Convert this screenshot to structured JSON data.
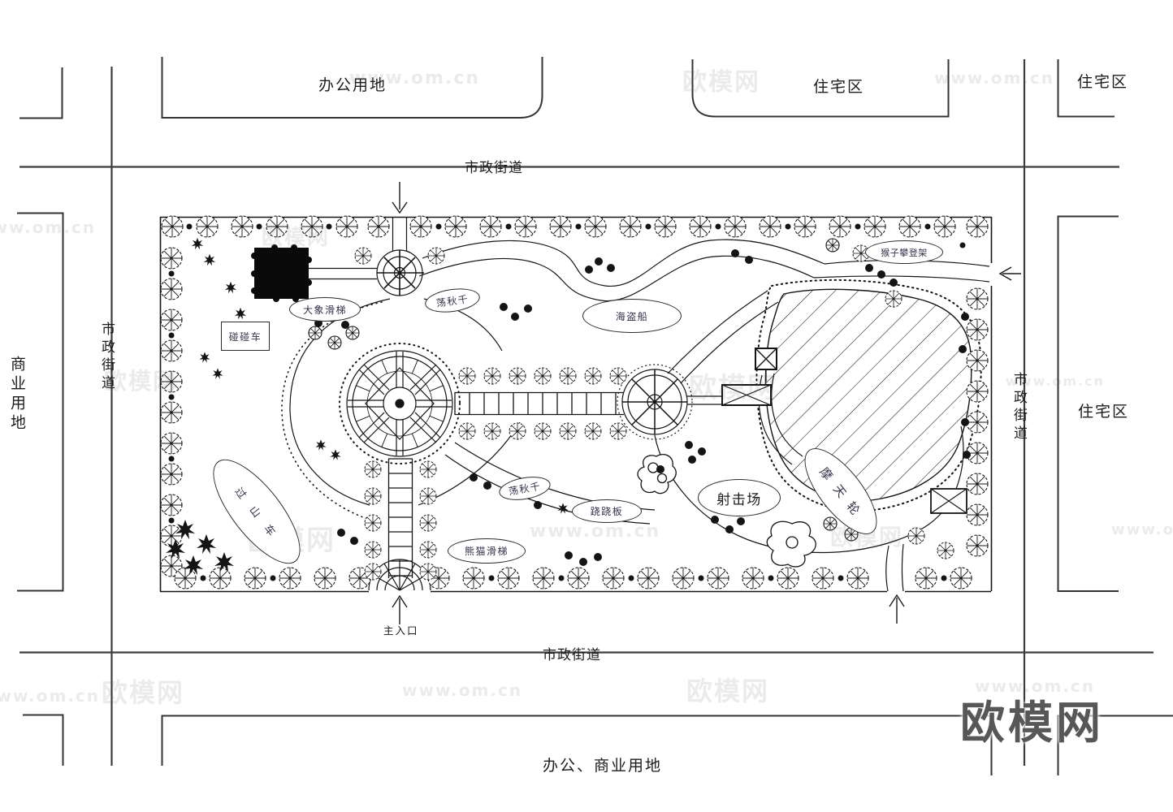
{
  "blocks": {
    "office_top": "办公用地",
    "residential_top": "住宅区",
    "residential_top_right": "住宅区",
    "commercial_left": "商业用地",
    "residential_right": "住宅区",
    "office_commercial_bottom": "办公、商业用地"
  },
  "streets": {
    "top": "市政街道",
    "left": "市政街道",
    "right": "市政街道",
    "bottom": "市政街道"
  },
  "park": {
    "entrance_label": "主入口",
    "attractions": {
      "bumper_cars": "碰碰车",
      "elephant_slide": "大象滑梯",
      "swing_north": "荡秋千",
      "pirate_ship": "海盗船",
      "monkey_bars": "猴子攀登架",
      "roller_coaster": "过山车",
      "swing_south": "荡秋千",
      "seesaw": "跷跷板",
      "shooting_range": "射击场",
      "ferris_wheel": "摩天轮",
      "panda_slide": "熊猫滑梯"
    }
  },
  "watermarks": {
    "site_name": "欧模网",
    "site_url": "www.om.cn"
  },
  "colors": {
    "ink": "#141414",
    "street_line": "#3c3c3c",
    "label_text": "#32324a",
    "logo_gray": "#57575a"
  }
}
